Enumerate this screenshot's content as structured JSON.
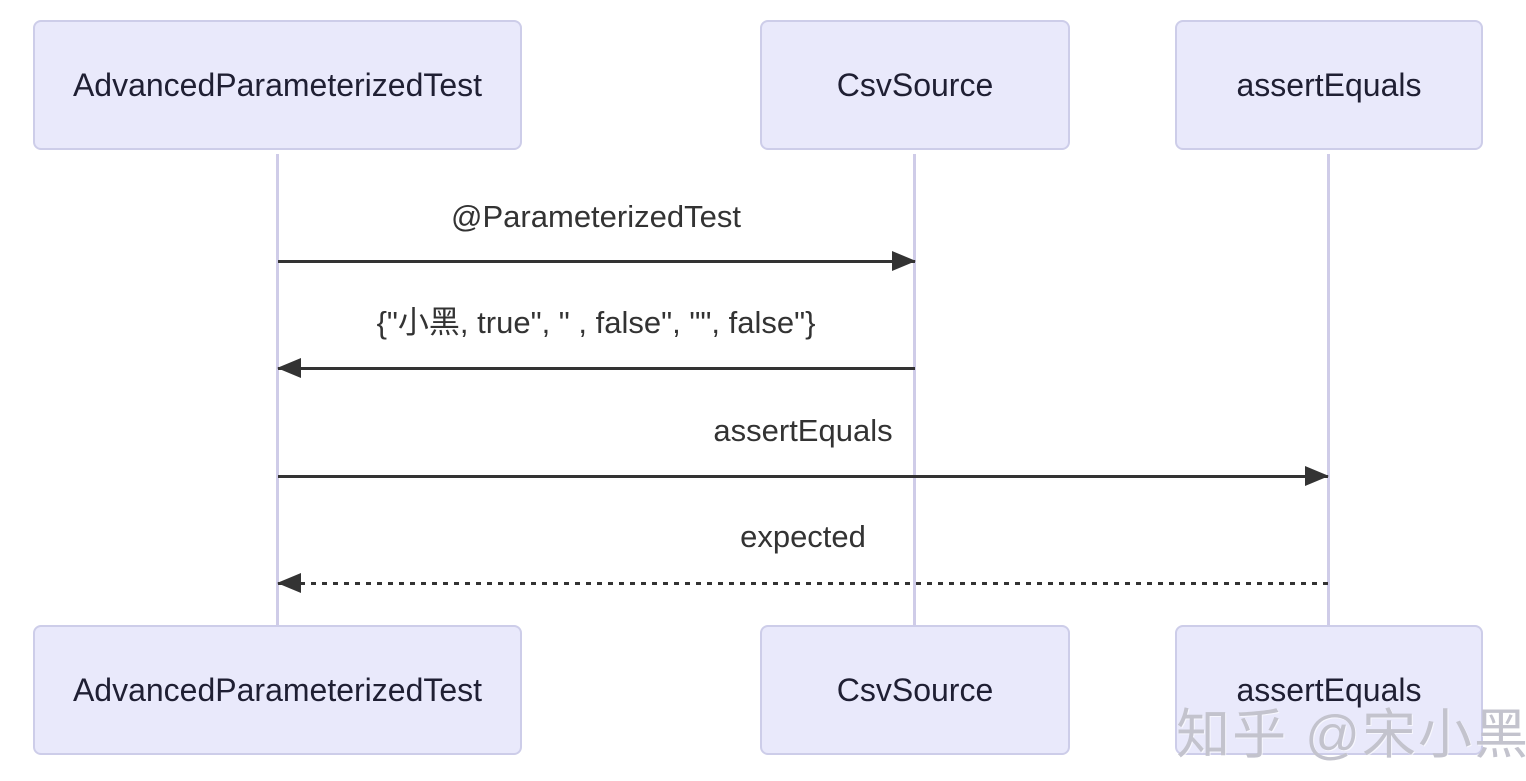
{
  "diagram": {
    "type": "sequence-diagram",
    "actors": [
      {
        "id": "advanced-parameterized-test",
        "label": "AdvancedParameterizedTest"
      },
      {
        "id": "csv-source",
        "label": "CsvSource"
      },
      {
        "id": "assert-equals",
        "label": "assertEquals"
      }
    ],
    "messages": [
      {
        "from": "AdvancedParameterizedTest",
        "to": "CsvSource",
        "label": "@ParameterizedTest",
        "line": "solid",
        "direction": "right"
      },
      {
        "from": "CsvSource",
        "to": "AdvancedParameterizedTest",
        "label": "{\"小黑, true\", \" , false\", \"\", false\"}",
        "line": "solid",
        "direction": "left"
      },
      {
        "from": "AdvancedParameterizedTest",
        "to": "assertEquals",
        "label": "assertEquals",
        "line": "solid",
        "direction": "right"
      },
      {
        "from": "assertEquals",
        "to": "AdvancedParameterizedTest",
        "label": "expected",
        "line": "dotted",
        "direction": "left"
      }
    ],
    "colors": {
      "actor_fill": "#e9e9fb",
      "actor_border": "#cdcde9",
      "lifeline": "#cfcce8",
      "arrow": "#333333",
      "msg_text": "#333333",
      "watermark": "#c3c3cd"
    },
    "watermark": "知乎 @宋小黑"
  }
}
